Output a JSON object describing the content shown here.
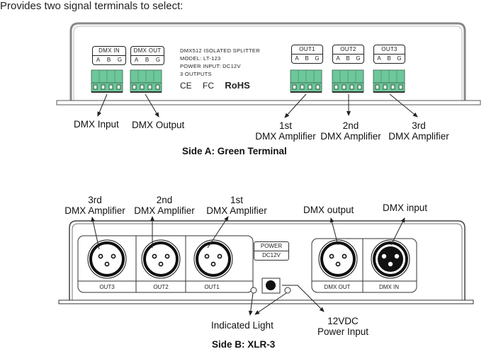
{
  "intro_text": "Provides two signal terminals to select:",
  "side_a": {
    "caption": "Side A: Green Terminal",
    "terminal_blocks": [
      {
        "header": "DMX IN",
        "pins": [
          "A",
          "B",
          "G"
        ]
      },
      {
        "header": "DMX OUT",
        "pins": [
          "A",
          "B",
          "G"
        ]
      },
      {
        "header": "OUT1",
        "pins": [
          "A",
          "B",
          "G"
        ]
      },
      {
        "header": "OUT2",
        "pins": [
          "A",
          "B",
          "G"
        ]
      },
      {
        "header": "OUT3",
        "pins": [
          "A",
          "B",
          "G"
        ]
      }
    ],
    "info_lines": [
      "DMX512 ISOLATED SPLITTER",
      "MODEL: LT-123",
      "POWER INPUT: DC12V",
      "3 OUTPUTS"
    ],
    "certifications": [
      "CE",
      "FC",
      "RoHS"
    ],
    "callouts": {
      "dmx_input": "DMX Input",
      "dmx_output": "DMX Output",
      "amp1_line1": "1st",
      "amp1_line2": "DMX Amplifier",
      "amp2_line1": "2nd",
      "amp2_line2": "DMX Amplifier",
      "amp3_line1": "3rd",
      "amp3_line2": "DMX Amplifier"
    },
    "terminal_color": "#6cc79a"
  },
  "side_b": {
    "caption": "Side B: XLR-3",
    "xlr_ports": [
      "OUT3",
      "OUT2",
      "OUT1",
      "DMX OUT",
      "DMX IN"
    ],
    "power_label": {
      "line1": "POWER",
      "line2": "DC12V"
    },
    "callouts": {
      "amp3_line1": "3rd",
      "amp3_line2": "DMX Amplifier",
      "amp2_line1": "2nd",
      "amp2_line2": "DMX Amplifier",
      "amp1_line1": "1st",
      "amp1_line2": "DMX Amplifier",
      "dmx_output": "DMX output",
      "dmx_input": "DMX input",
      "indicated_light": "Indicated Light",
      "power_input_line1": "12VDC",
      "power_input_line2": "Power Input"
    }
  }
}
